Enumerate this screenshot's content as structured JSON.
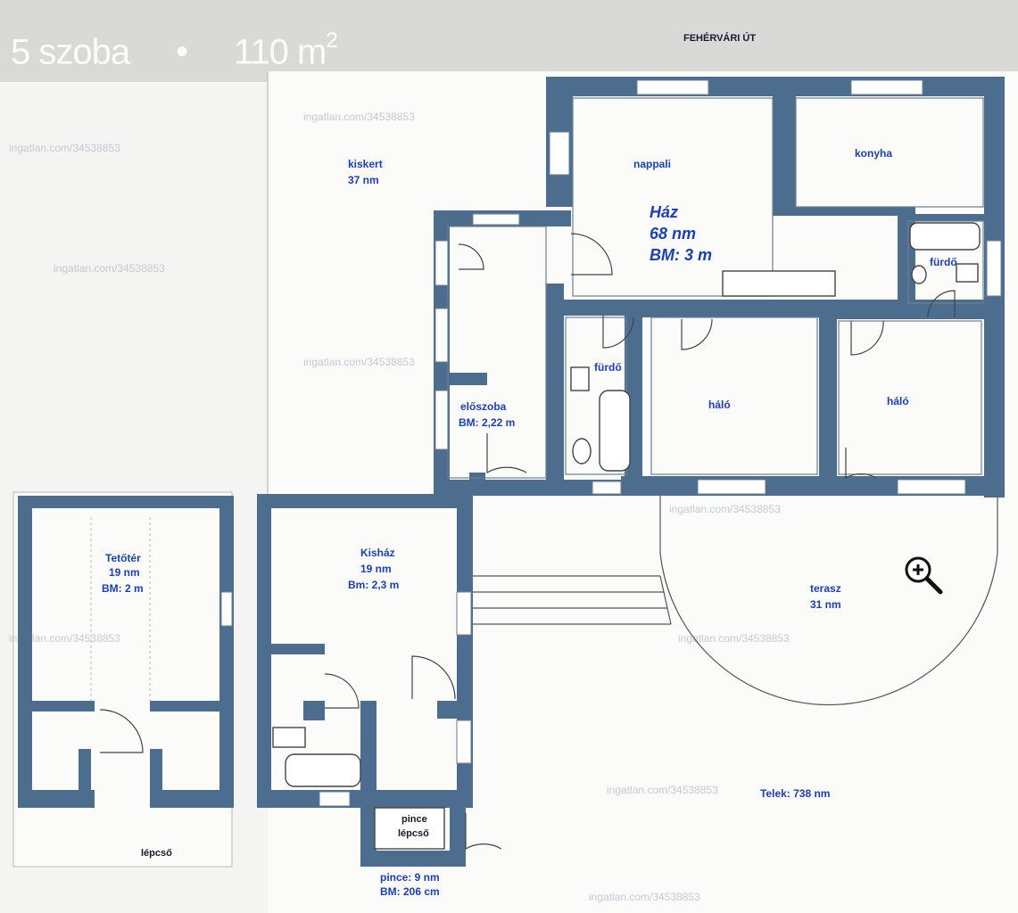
{
  "listing": {
    "rooms_text": "5 szoba",
    "separator": "•",
    "area_value": "110 m",
    "area_sup": "2"
  },
  "plan": {
    "street": "FEHÉRVÁRI ÚT",
    "garden": {
      "name": "kiskert",
      "area": "37 nm"
    },
    "house": {
      "name": "Ház",
      "area": "68 nm",
      "height": "BM: 3 m"
    },
    "rooms": {
      "nappali": "nappali",
      "konyha": "konyha",
      "furdo1": "fürdő",
      "furdo2": "fürdő",
      "halo1": "háló",
      "halo2": "háló",
      "eloszoba": "előszoba",
      "eloszoba_height": "BM: 2,22 m"
    },
    "attic": {
      "name": "Tetőtér",
      "area": "19 nm",
      "height": "BM: 2 m",
      "stair": "lépcső"
    },
    "guesthouse": {
      "name": "Kisház",
      "area": "19 nm",
      "height": "Bm: 2,3 m"
    },
    "cellar_stair": {
      "line1": "pince",
      "line2": "lépcső"
    },
    "cellar": {
      "area": "pince: 9 nm",
      "height": "BM: 206 cm"
    },
    "terrace": {
      "name": "terasz",
      "area": "31 nm"
    },
    "plot": "Telek: 738 nm"
  },
  "watermarks": [
    "ingatlan.com/34538853",
    "ingatlan.com/34538853",
    "ingatlan.com/34538853",
    "ingatlan.com/34538853",
    "ingatlan.com/34538853",
    "ingatlan.com/34538853",
    "ingatlan.com/34538853",
    "ingatlan.com/34538853",
    "ingatlan.com/34538853"
  ],
  "icons": {
    "zoom": "zoom-in-icon"
  },
  "colors": {
    "wall": "#4d6d8e",
    "label": "#1a3fb8",
    "bg": "#f4f4f3"
  }
}
